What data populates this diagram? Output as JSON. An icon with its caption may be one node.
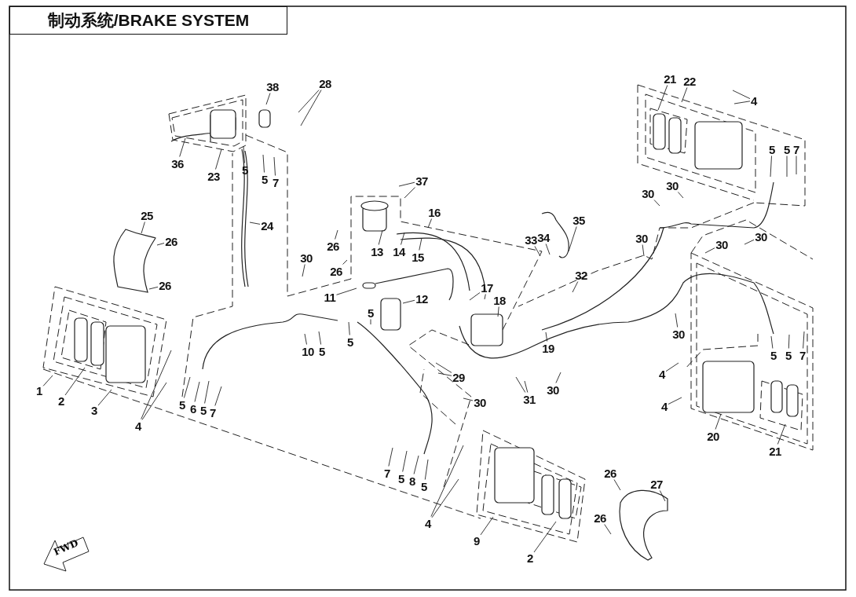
{
  "diagram": {
    "title": "制动系统/BRAKE SYSTEM",
    "nodes": [
      {
        "text": [
          "1"
        ]
      },
      {
        "text": [
          "2"
        ]
      },
      {
        "text": [
          "3"
        ]
      },
      {
        "text": [
          "4"
        ]
      },
      {
        "text": [
          "5"
        ]
      },
      {
        "text": [
          "6"
        ]
      },
      {
        "text": [
          "5"
        ]
      },
      {
        "text": [
          "7"
        ]
      },
      {
        "text": [
          "5"
        ]
      },
      {
        "text": [
          "5"
        ]
      },
      {
        "text": [
          "7"
        ]
      },
      {
        "text": [
          "36"
        ]
      },
      {
        "text": [
          "23"
        ]
      },
      {
        "text": [
          "38"
        ]
      },
      {
        "text": [
          "28"
        ]
      },
      {
        "text": [
          "24"
        ]
      },
      {
        "text": [
          "25"
        ]
      },
      {
        "text": [
          "26"
        ]
      },
      {
        "text": [
          "26"
        ]
      },
      {
        "text": [
          "37"
        ]
      },
      {
        "text": [
          "26"
        ]
      },
      {
        "text": [
          "26"
        ]
      },
      {
        "text": [
          "13"
        ]
      },
      {
        "text": [
          "14"
        ]
      },
      {
        "text": [
          "15"
        ]
      },
      {
        "text": [
          "16"
        ]
      },
      {
        "text": [
          "30"
        ]
      },
      {
        "text": [
          "11"
        ]
      },
      {
        "text": [
          "5"
        ]
      },
      {
        "text": [
          "12"
        ]
      },
      {
        "text": [
          "10"
        ]
      },
      {
        "text": [
          "5"
        ]
      },
      {
        "text": [
          "5"
        ]
      },
      {
        "text": [
          "29"
        ]
      },
      {
        "text": [
          "30"
        ]
      },
      {
        "text": [
          "7"
        ]
      },
      {
        "text": [
          "5"
        ]
      },
      {
        "text": [
          "8"
        ]
      },
      {
        "text": [
          "5"
        ]
      },
      {
        "text": [
          "4"
        ]
      },
      {
        "text": [
          "9"
        ]
      },
      {
        "text": [
          "2"
        ]
      },
      {
        "text": [
          "26"
        ]
      },
      {
        "text": [
          "27"
        ]
      },
      {
        "text": [
          "26"
        ]
      },
      {
        "text": [
          "20"
        ]
      },
      {
        "text": [
          "21"
        ]
      },
      {
        "text": [
          "4"
        ]
      },
      {
        "text": [
          "4"
        ]
      },
      {
        "text": [
          "5"
        ]
      },
      {
        "text": [
          "5"
        ]
      },
      {
        "text": [
          "7"
        ]
      },
      {
        "text": [
          "30"
        ]
      },
      {
        "text": [
          "19"
        ]
      },
      {
        "text": [
          "30"
        ]
      },
      {
        "text": [
          "31"
        ]
      },
      {
        "text": [
          "17"
        ]
      },
      {
        "text": [
          "18"
        ]
      },
      {
        "text": [
          "32"
        ]
      },
      {
        "text": [
          "33"
        ]
      },
      {
        "text": [
          "34"
        ]
      },
      {
        "text": [
          "35"
        ]
      },
      {
        "text": [
          "30"
        ]
      },
      {
        "text": [
          "30"
        ]
      },
      {
        "text": [
          "30"
        ]
      },
      {
        "text": [
          "30"
        ]
      },
      {
        "text": [
          "30"
        ]
      },
      {
        "text": [
          "21"
        ]
      },
      {
        "text": [
          "22"
        ]
      },
      {
        "text": [
          "4"
        ]
      },
      {
        "text": [
          "5"
        ]
      },
      {
        "text": [
          "5"
        ]
      },
      {
        "text": [
          "7"
        ]
      }
    ],
    "edges": [
      {
        "from": 0,
        "to": null,
        "arrow": "none"
      },
      {
        "from": 1,
        "to": null,
        "arrow": "none"
      },
      {
        "from": 2,
        "to": null,
        "arrow": "none"
      },
      {
        "from": 3,
        "to": null,
        "arrow": "none"
      },
      {
        "from": 3,
        "to": null,
        "arrow": "none"
      },
      {
        "from": 4,
        "to": null,
        "arrow": "none"
      },
      {
        "from": 5,
        "to": null,
        "arrow": "none"
      },
      {
        "from": 6,
        "to": null,
        "arrow": "none"
      },
      {
        "from": 7,
        "to": null,
        "arrow": "none"
      },
      {
        "from": 8,
        "to": null,
        "arrow": "none"
      },
      {
        "from": 9,
        "to": null,
        "arrow": "none"
      },
      {
        "from": 10,
        "to": null,
        "arrow": "none"
      },
      {
        "from": 11,
        "to": null,
        "arrow": "none"
      },
      {
        "from": 12,
        "to": null,
        "arrow": "none"
      },
      {
        "from": 13,
        "to": null,
        "arrow": "none"
      },
      {
        "from": 14,
        "to": null,
        "arrow": "none"
      },
      {
        "from": 14,
        "to": null,
        "arrow": "none"
      },
      {
        "from": 15,
        "to": null,
        "arrow": "none"
      },
      {
        "from": 16,
        "to": null,
        "arrow": "none"
      },
      {
        "from": 17,
        "to": null,
        "arrow": "none"
      },
      {
        "from": 18,
        "to": null,
        "arrow": "none"
      },
      {
        "from": 19,
        "to": null,
        "arrow": "none"
      },
      {
        "from": 19,
        "to": null,
        "arrow": "none"
      },
      {
        "from": 20,
        "to": null,
        "arrow": "none"
      },
      {
        "from": 21,
        "to": null,
        "arrow": "none"
      },
      {
        "from": 22,
        "to": null,
        "arrow": "none"
      },
      {
        "from": 23,
        "to": null,
        "arrow": "none"
      },
      {
        "from": 24,
        "to": null,
        "arrow": "none"
      },
      {
        "from": 25,
        "to": null,
        "arrow": "none"
      },
      {
        "from": 26,
        "to": null,
        "arrow": "none"
      },
      {
        "from": 27,
        "to": null,
        "arrow": "none"
      },
      {
        "from": 28,
        "to": null,
        "arrow": "none"
      },
      {
        "from": 29,
        "to": null,
        "arrow": "none"
      },
      {
        "from": 30,
        "to": null,
        "arrow": "none"
      },
      {
        "from": 31,
        "to": null,
        "arrow": "none"
      },
      {
        "from": 32,
        "to": null,
        "arrow": "none"
      },
      {
        "from": 33,
        "to": null,
        "arrow": "none"
      },
      {
        "from": 33,
        "to": null,
        "arrow": "none"
      },
      {
        "from": 34,
        "to": null,
        "arrow": "none"
      },
      {
        "from": 35,
        "to": null,
        "arrow": "none"
      },
      {
        "from": 36,
        "to": null,
        "arrow": "none"
      },
      {
        "from": 37,
        "to": null,
        "arrow": "none"
      },
      {
        "from": 38,
        "to": null,
        "arrow": "none"
      },
      {
        "from": 39,
        "to": null,
        "arrow": "none"
      },
      {
        "from": 39,
        "to": null,
        "arrow": "none"
      },
      {
        "from": 40,
        "to": null,
        "arrow": "none"
      },
      {
        "from": 41,
        "to": null,
        "arrow": "none"
      },
      {
        "from": 42,
        "to": null,
        "arrow": "none"
      },
      {
        "from": 43,
        "to": null,
        "arrow": "none"
      },
      {
        "from": 44,
        "to": null,
        "arrow": "none"
      },
      {
        "from": 45,
        "to": null,
        "arrow": "none"
      },
      {
        "from": 46,
        "to": null,
        "arrow": "none"
      },
      {
        "from": 47,
        "to": null,
        "arrow": "none"
      },
      {
        "from": 48,
        "to": null,
        "arrow": "none"
      },
      {
        "from": 49,
        "to": null,
        "arrow": "none"
      },
      {
        "from": 50,
        "to": null,
        "arrow": "none"
      },
      {
        "from": 51,
        "to": null,
        "arrow": "none"
      },
      {
        "from": 52,
        "to": null,
        "arrow": "none"
      },
      {
        "from": 53,
        "to": null,
        "arrow": "none"
      },
      {
        "from": 54,
        "to": null,
        "arrow": "none"
      },
      {
        "from": 55,
        "to": null,
        "arrow": "none"
      },
      {
        "from": 55,
        "to": null,
        "arrow": "none"
      },
      {
        "from": 56,
        "to": null,
        "arrow": "none"
      },
      {
        "from": 56,
        "to": null,
        "arrow": "none"
      },
      {
        "from": 57,
        "to": null,
        "arrow": "none"
      },
      {
        "from": 58,
        "to": null,
        "arrow": "none"
      },
      {
        "from": 59,
        "to": null,
        "arrow": "none"
      },
      {
        "from": 60,
        "to": null,
        "arrow": "none"
      },
      {
        "from": 61,
        "to": null,
        "arrow": "none"
      },
      {
        "from": 62,
        "to": null,
        "arrow": "none"
      },
      {
        "from": 63,
        "to": null,
        "arrow": "none"
      },
      {
        "from": 64,
        "to": null,
        "arrow": "none"
      },
      {
        "from": 65,
        "to": null,
        "arrow": "none"
      },
      {
        "from": 66,
        "to": null,
        "arrow": "none"
      },
      {
        "from": 67,
        "to": null,
        "arrow": "none"
      },
      {
        "from": 68,
        "to": null,
        "arrow": "none"
      },
      {
        "from": 69,
        "to": null,
        "arrow": "none"
      },
      {
        "from": 69,
        "to": null,
        "arrow": "none"
      },
      {
        "from": 70,
        "to": null,
        "arrow": "none"
      },
      {
        "from": 71,
        "to": null,
        "arrow": "none"
      },
      {
        "from": 72,
        "to": null,
        "arrow": "none"
      }
    ],
    "labels": [
      "FWD"
    ]
  }
}
